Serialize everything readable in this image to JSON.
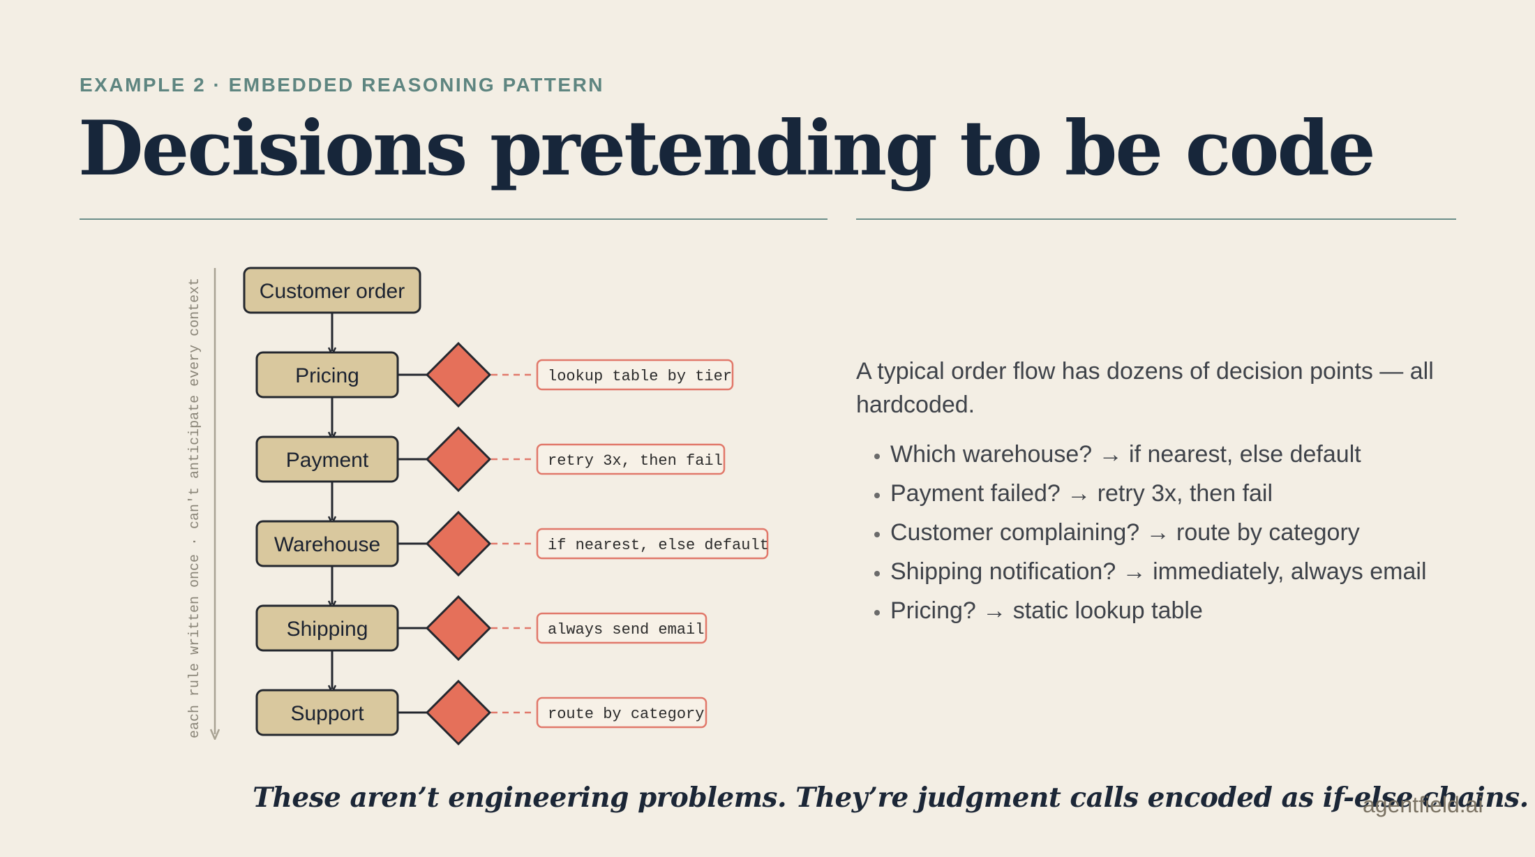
{
  "header": {
    "eyebrow": "EXAMPLE 2 · EMBEDDED REASONING PATTERN",
    "title": "Decisions pretending to be code"
  },
  "diagram": {
    "side_label": "each rule written once · can't anticipate every context",
    "start_node": "Customer order",
    "steps": [
      {
        "label": "Pricing",
        "rule": "lookup table by tier"
      },
      {
        "label": "Payment",
        "rule": "retry 3x, then fail"
      },
      {
        "label": "Warehouse",
        "rule": "if nearest, else default"
      },
      {
        "label": "Shipping",
        "rule": "always send email"
      },
      {
        "label": "Support",
        "rule": "route by category"
      }
    ]
  },
  "content": {
    "description": "A typical order flow has dozens of decision points — all hardcoded.",
    "points": [
      "Which warehouse? → if nearest, else default",
      "Payment failed? → retry 3x, then fail",
      "Customer complaining? → route by category",
      "Shipping notification? → immediately, always email",
      "Pricing? → static lookup table"
    ]
  },
  "footer": {
    "tagline": "These aren’t engineering problems. They’re judgment calls encoded as if-else chains.",
    "brand": "agentfield.ai"
  },
  "colors": {
    "background": "#f3eee4",
    "accent_teal": "#5e8580",
    "node_fill": "#d9c89e",
    "decision_fill": "#e5705a",
    "rule_stroke": "#e1786a"
  }
}
